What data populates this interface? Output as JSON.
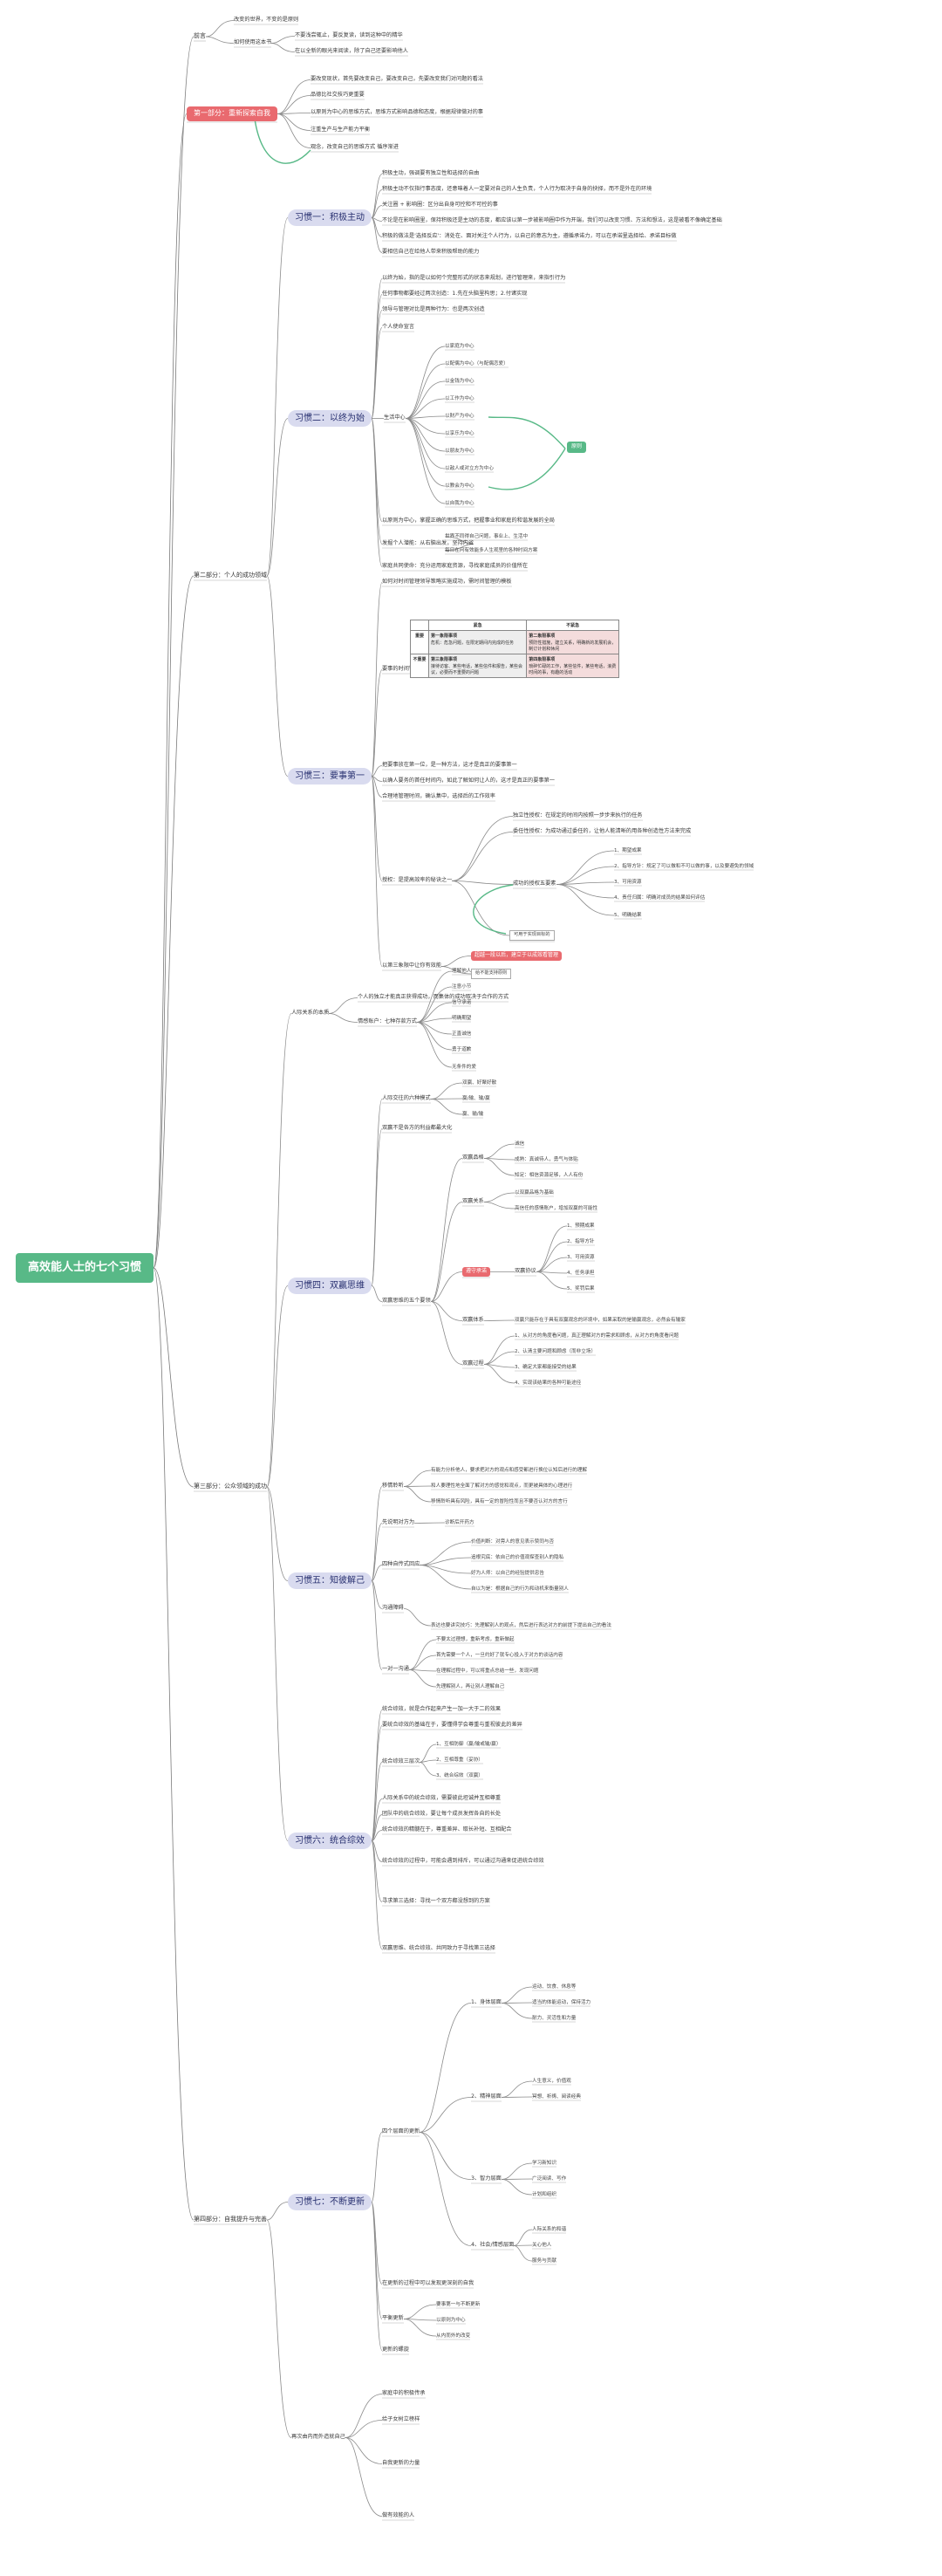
{
  "root": "高效能人士的七个习惯",
  "part_intro": {
    "label": "前言",
    "items": [
      "改变的世界，不变的是原则",
      "如何使用这本书"
    ],
    "sub": [
      "不要浅尝辄止，要反复读，读到这种中的精华",
      "在以全新的眼光来阅读，除了自己还要影响他人"
    ]
  },
  "part1": {
    "label": "第一部分：重新探索自我",
    "items": [
      "要改变现状，首先要改变自己，要改变自己，先要改变我们对问题的看法",
      "品德比社交技巧更重要",
      "以原则为中心的思维方式，思维方式影响品德和态度，根据规律做对的事",
      "注重生产与生产能力平衡",
      "观念，改变自己的思维方式 循序渐进"
    ]
  },
  "part2_label": "第二部分：个人的成功领域",
  "h1": {
    "label": "习惯一：积极主动",
    "items": [
      "积极主动，强调要有独立性和选择的自由",
      "积极主动不仅指行事态度，还意味着人一定要对自己的人生负责，个人行为取决于自身的抉择，而不是外在的环境",
      "关注圈 + 影响圈：区分出自身可控和不可控的事",
      "不论是在影响圈里，保持积极还是主动的态度，都应该以第一步被影响圈中作为开端，我们可以改变习惯、方法和想法，这是被看不像确定基础",
      "积极的做法是'选择反应'：消处在、面对关注个人行为，以自己的意志为主，遵循承诺力，可以在承诺里选择给、承诺目标做",
      "要相信自己在给他人带来积极帮助的能力"
    ]
  },
  "h2": {
    "label": "习惯二：以终为始",
    "items": [
      "以终为始，指的是以如何个完整形式的状态来规划，进行管理来，来指引行为",
      "任何事物都要经过两次创造：1.先在头脑里构思；2.付诸实现",
      "领导与管理对比是两种行为：也是两次创造",
      "个人使命宣言"
    ],
    "center_label": "生活中心",
    "centers": [
      "以家庭为中心",
      "以配偶为中心（与配偶恋爱）",
      "以金钱为中心",
      "以工作为中心",
      "以财产为中心",
      "以享乐为中心",
      "以朋友为中心",
      "以敌人或对立方为中心",
      "以教会为中心",
      "以自我为中心"
    ],
    "tag": "原则",
    "more": [
      "以原则为中心，掌握正确的思维方式，把握事业和家庭的和谐发展的全局",
      "发掘个人潜能：从右脑出发，坚持内省",
      "家庭共同使命：充分运用家庭资源，寻找家庭成员的价值所在"
    ],
    "more_sub": [
      "世界不同得自己问题，事业上、生活中",
      "每日在问有效能多人生观里的各种时间方案"
    ]
  },
  "h3": {
    "label": "习惯三：要事第一",
    "intro": "如何对时间管理领导策略实施成功，需时间管理的模板",
    "matrix_label": "要事的时间管理",
    "matrix": {
      "col_urgent": "紧急",
      "col_not_urgent": "不紧急",
      "row_important": "重要",
      "row_not_important": "不重要",
      "q1_title": "第一象限事项",
      "q1_text": "危机：危急问题，在限定期间内完成的任务",
      "q2_title": "第二象限事项",
      "q2_text": "预防性措施，建立关系，明确新的发展机会，制订计划和休闲",
      "q3_title": "第三象限事项",
      "q3_text": "接待访客、某些电话，某些信件和报告，某些会议，必要而不重要的问题",
      "q4_title": "第四象限事项",
      "q4_text": "琐碎忙碌的工作，某些信件，某些电话，浪费时间的事，有趣的活动"
    },
    "items": [
      "把要事放在第一位，是一种方法，这才是真正的要事第一",
      "以确人要务的首任时间内，如此了解如何让人的，这才是真正的要事第一",
      "合理地管理时间，确认集中，选择后的工作效率"
    ],
    "delegate_label": "授权：是提高效率的秘诀之一",
    "delegate": [
      "独立性授权：在规定的时间内按照一步步来执行的任务",
      "委任性授权：为成功通过委任的，让他人能清晰的用各种创造性方法来完成"
    ],
    "delegate_tag": "成功的授权五要素",
    "steps": [
      "1、期望成果",
      "2、指导方针：规定了可以做和不可以做的事，以及要避免的领域",
      "3、可用资源",
      "4、责任归属：明确对成员的结果如何评估",
      "5、明确结果"
    ],
    "recall_label": "可用于实现目标的",
    "bottom_items": [
      "以第三象限中让你有效能",
      "给不能支持原则"
    ],
    "red_note": "超越一段以后，建立于以成效看管理"
  },
  "part3_label": "第三部分：公众领域的成功",
  "tunnel": {
    "label": "人际关系的本质",
    "sub": [
      "个人的独立才能真正获得成功，而集体的成功取决于合作的方式",
      "情感账户：七种存款方式"
    ],
    "deposits": [
      "理解他人",
      "注意小节",
      "信守承诺",
      "明确期望",
      "正直诚信",
      "勇于道歉",
      "无条件的爱"
    ]
  },
  "h4": {
    "label": "习惯四：双赢思维",
    "pattern_label": "人际交往的六种模式",
    "patterns": [
      "双赢、好聚好散",
      "赢/输、输/赢",
      "赢、输/输"
    ],
    "more": "双赢不是各方的利益都最大化",
    "five_label": "双赢思维的五个要领",
    "five": [
      "双赢品格",
      "双赢关系",
      "双赢协议",
      "双赢体系",
      "双赢过程"
    ],
    "char": [
      "诚信",
      "成熟：真诚待人，勇气与体贴",
      "知足：相信资源足够，人人有份"
    ],
    "rel": [
      "以双赢品格为基础",
      "高信任的感情账户，增加双赢的可能性"
    ],
    "agree": [
      "1、预期成果",
      "2、指导方针",
      "3、可用资源",
      "4、任务承担",
      "5、奖罚后果"
    ],
    "agree_tag": "遵守承诺",
    "agree_label": "双赢协议",
    "sys": "双赢只能存在于具有双赢观念的环境中，如果采取的是输赢观念，必然会有输家",
    "proc": [
      "1、从对方的角度看问题，真正理解对方的需求和顾虑，从对方的角度看问题",
      "2、认清主要问题和顾虑（而非立场）",
      "3、确定大家都能接受的结果",
      "4、实现该结果的各种可能途径"
    ],
    "proc_label": "双赢过程"
  },
  "h5": {
    "label": "习惯五：知彼解己",
    "items": [
      "沟通障碍",
      "先说明对方为",
      "诊断后开药方"
    ],
    "empathy_label": "移情聆听",
    "empathy": [
      "有能力分析他人，要求把对方的观点和感受都进行换位认知后进行的理解",
      "和人要理性地全面了解对方的感觉和观点，而更被具体的心理进行",
      "移情聆听具有风险，具有一定的冒险性而且不要否认对方的言行"
    ],
    "rx_label": "四种自传式回应",
    "rx": [
      "价值判断：对旁人的意见表示赞同与否",
      "追根究底：依自己的价值观探查别人的隐私",
      "好为人师：以自己的经验提供忠告",
      "自以为是：根据自己的行为和动机来衡量别人"
    ],
    "two_label": "一对一沟通",
    "two": [
      "不要太过理想，重新考虑，重新做起",
      "首先需要一个人，一旦约好了就专心投入于对方的谈话内容",
      "在理解过程中，可以将重点总结一些，发现问题",
      "先理解别人，再让别人理解自己"
    ],
    "misc": [
      "表达也要讲究技巧：先理解别人的观点，然后进行表达对方的前提下提出自己的看法"
    ]
  },
  "h6": {
    "label": "习惯六：统合综效",
    "items": [
      "统合综效，就是合作起来产生一加一大于二的效果",
      "要统合综效的基础在于，要懂得学会尊重与重视彼此的差异",
      "统合综效三层次",
      "1、互相防御（赢/输或输/赢）",
      "2、互相尊重（妥协）",
      "3、统合综效（双赢）"
    ],
    "more": [
      "人际关系中的统合综效，需要彼此坦诚并互相尊重",
      "团队中的统合综效，要让每个成员发挥各自的长处",
      "统合综效的精髓在于，尊重差异、取长补短、互相配合",
      "统合综效的过程中，可能会遇到排斥，可以通过沟通来促进统合综效",
      "寻求第三选择：寻找一个双方都没想到的方案",
      "双赢思维、统合综效、共同致力于寻找第三选择"
    ]
  },
  "part4_label": "第四部分：自我提升与完善",
  "h7": {
    "label": "习惯七：不断更新",
    "dims_label": "四个层面的更新",
    "dims": [
      "1、身体层面",
      "2、精神层面",
      "3、智力层面",
      "4、社会/情感层面"
    ],
    "body": [
      "运动、饮食、休息等",
      "适当的体能运动，保持活力",
      "耐力、灵活性和力量"
    ],
    "spirit": [
      "人生意义，价值观",
      "冥想、祈祷、阅读经典"
    ],
    "mind": [
      "学习新知识",
      "广泛阅读、写作",
      "计划和组织"
    ],
    "social": [
      "人际关系的和谐",
      "关心他人",
      "服务与贡献"
    ],
    "misc": [
      "在更新的过程中可以发现更深刻的自我",
      "平衡更新",
      "更新的螺旋"
    ],
    "last": [
      "要事第一与不断更新",
      "以原则为中心",
      "从内而外的改变"
    ]
  },
  "closing": {
    "label": "再次由内而外造就自己",
    "items": [
      "家庭中的积极传承",
      "给子女树立榜样",
      "自我更新的力量",
      "做有效能的人"
    ]
  }
}
